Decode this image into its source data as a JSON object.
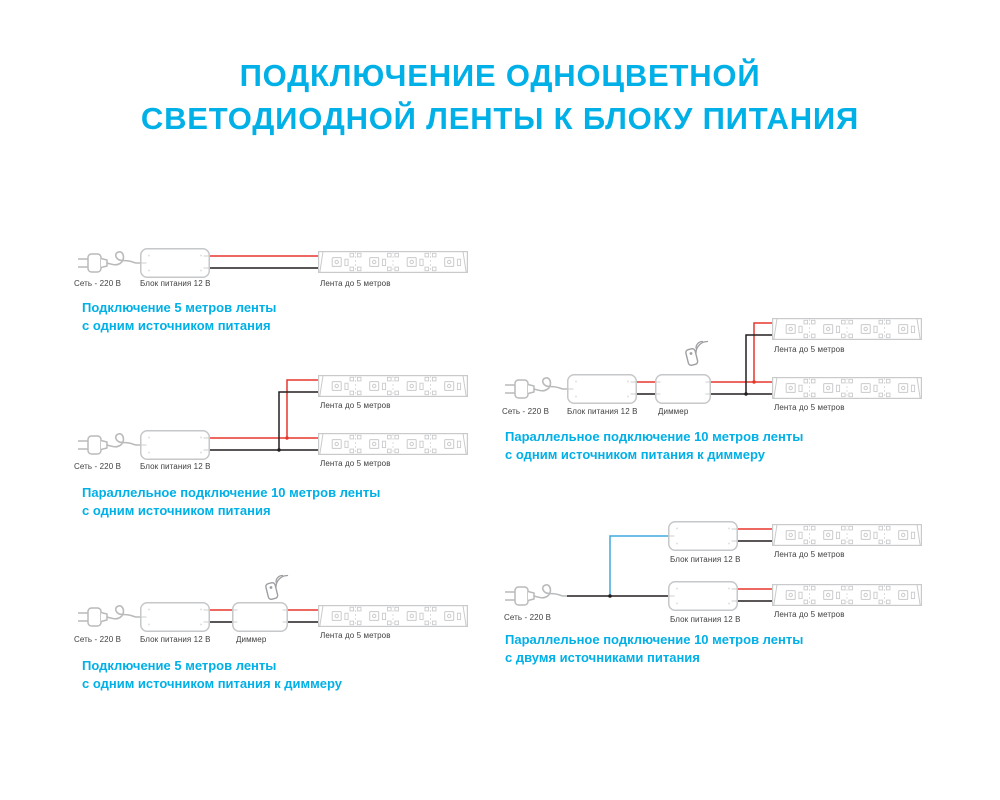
{
  "title": {
    "line1": "ПОДКЛЮЧЕНИЕ ОДНОЦВЕТНОЙ",
    "line2": "СВЕТОДИОДНОЙ ЛЕНТЫ К БЛОКУ ПИТАНИЯ"
  },
  "colors": {
    "accent_blue": "#00b0e6",
    "wire_red": "#e6362b",
    "wire_black": "#231f20",
    "wire_blue": "#3fa9e0",
    "component_gray": "#c6c7c9",
    "label_gray": "#414042"
  },
  "labels": {
    "mains": "Сеть - 220 В",
    "psu": "Блок питания 12 В",
    "dimmer": "Диммер",
    "strip": "Лента до 5 метров"
  },
  "diagrams": [
    {
      "name": "single-strip-single-psu",
      "caption_line1": "Подключение 5 метров ленты",
      "caption_line2": "с одним источником питания"
    },
    {
      "name": "parallel-two-strips-single-psu",
      "caption_line1": "Параллельное подключение 10 метров ленты",
      "caption_line2": "с одним источником питания"
    },
    {
      "name": "single-strip-psu-dimmer",
      "caption_line1": "Подключение 5 метров ленты",
      "caption_line2": "с одним источником питания к диммеру"
    },
    {
      "name": "parallel-two-strips-psu-dimmer",
      "caption_line1": "Параллельное подключение 10 метров ленты",
      "caption_line2": "с одним источником питания к диммеру"
    },
    {
      "name": "parallel-two-strips-two-psu",
      "caption_line1": "Параллельное подключение 10 метров ленты",
      "caption_line2": "с двумя источниками питания"
    }
  ]
}
